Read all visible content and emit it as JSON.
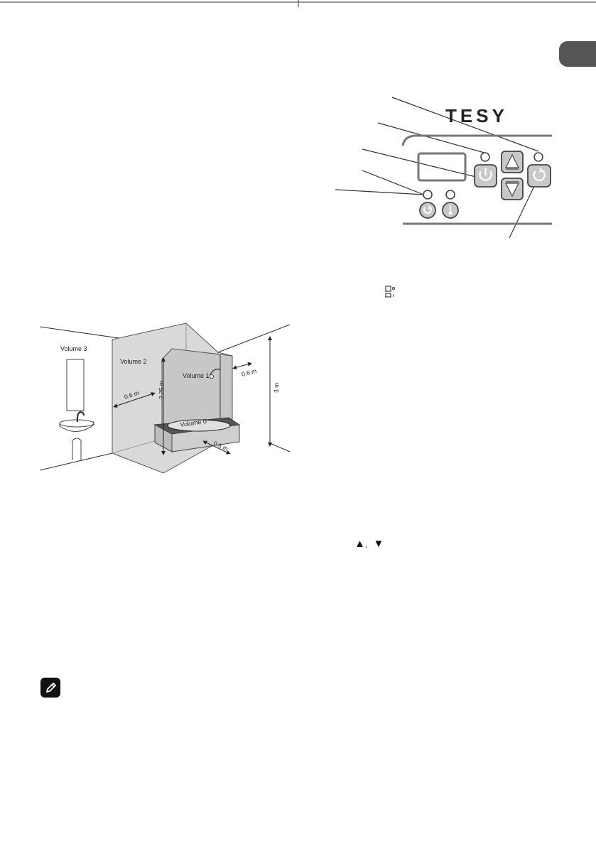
{
  "page": {
    "bg": "#ffffff",
    "tab_color": "#555555"
  },
  "bathroom": {
    "volume3": "Volume 3",
    "volume2": "Volume 2",
    "volume1": "Volume 1",
    "volume0": "Volume 0",
    "dist_side": "0.6 m",
    "dist_back": "0.6 m",
    "dist_front": "0.6 m",
    "height_225": "2.25 m",
    "height_3": "3 m",
    "zone_fill": "#d9d9d9",
    "zone_dark": "#c7c7c7"
  },
  "panel": {
    "brand": "TESY",
    "button_fill": "#c8c8c8",
    "icons": [
      "power-icon",
      "up-arrow-icon",
      "down-arrow-icon",
      "timer-icon",
      "eco-icon",
      "thermometer-icon"
    ]
  },
  "inline_symbols": {
    "up": "▲",
    "down": "▼",
    "comma": ","
  }
}
